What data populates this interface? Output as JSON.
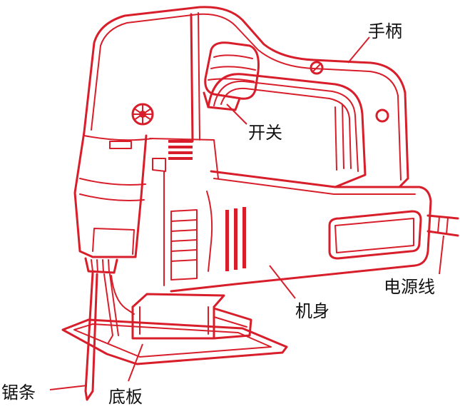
{
  "labels": {
    "handle": "手柄",
    "switch": "开关",
    "power_cord": "电源线",
    "body": "机身",
    "blade": "锯条",
    "base_plate": "底板"
  },
  "colors": {
    "line": "#d81e2a",
    "text": "#111111",
    "background": "#ffffff"
  }
}
